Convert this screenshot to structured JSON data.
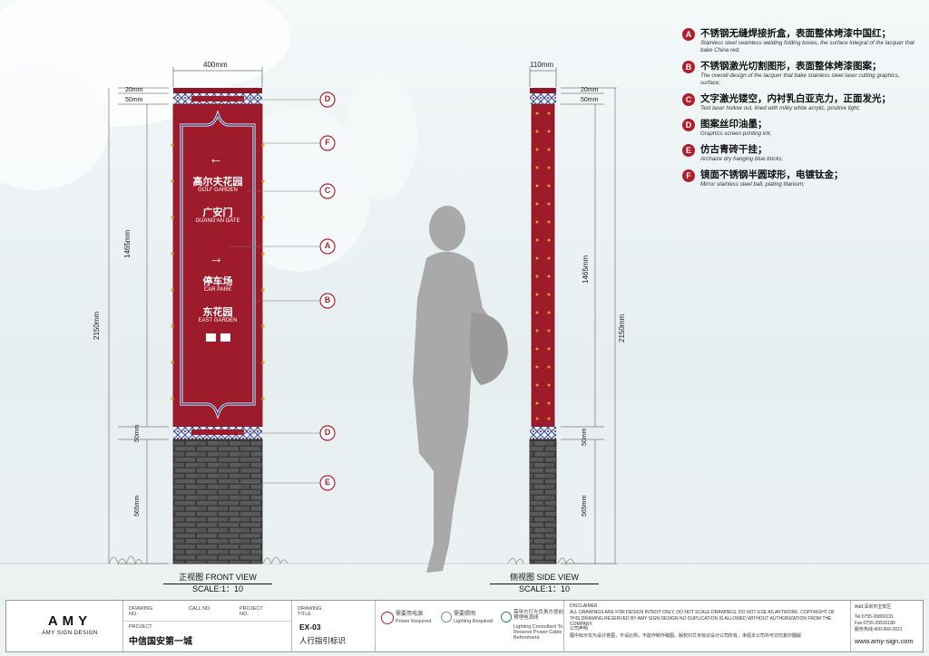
{
  "dimensions": {
    "front_width": "400mm",
    "side_width": "110mm",
    "cap": "20mm",
    "band": "50mm",
    "panel_height": "1465mm",
    "total_height": "2150mm",
    "base_height": "565mm"
  },
  "sign": {
    "arrow_left": "←",
    "arrow_right": "→",
    "dest1_zh": "高尔夫花园",
    "dest1_en": "GOLF GARDEN",
    "dest2_zh": "广安门",
    "dest2_en": "GUANG'AN GATE",
    "dest3_zh": "停车场",
    "dest3_en": "CAR PARK",
    "dest4_zh": "东花园",
    "dest4_en": "EAST GARDEN"
  },
  "callouts": [
    "D",
    "F",
    "C",
    "A",
    "B",
    "D",
    "E"
  ],
  "legend": [
    {
      "key": "A",
      "zh": "不锈钢无缝焊接折盒，表面整体烤漆中国红；",
      "en": "Stainless steel seamless welding folding boxes, the surface integral of the lacquer that bake China red;"
    },
    {
      "key": "B",
      "zh": "不锈钢激光切割图形，表面整体烤漆图案；",
      "en": "The overall design of the lacquer that bake stainless steel laser cutting graphics, surface;"
    },
    {
      "key": "C",
      "zh": "文字激光镂空，内衬乳白亚克力，正面发光；",
      "en": "Text laser hollow out, lined with milky white acrylic, positive light;"
    },
    {
      "key": "D",
      "zh": "图案丝印油墨；",
      "en": "Graphics screen printing ink;"
    },
    {
      "key": "E",
      "zh": "仿古青砖干挂；",
      "en": "Archaize dry hanging blue bricks;"
    },
    {
      "key": "F",
      "zh": "镜面不锈钢半圆球形，电镀钛金；",
      "en": "Mirror stainless steel ball, plating titanium;"
    }
  ],
  "views": {
    "front_zh": "正视图 FRONT VIEW",
    "side_zh": "侧视图 SIDE VIEW",
    "scale": "SCALE:1：10"
  },
  "footer": {
    "logo": "AMY",
    "company": "AMY SIGN DESIGN",
    "drawing_no_label": "DRAWING NO.",
    "call_no_label": "CALL NO.",
    "project_no_label": "PROJECT NO.",
    "project_label": "PROJECT",
    "project_name": "中信国安第一城",
    "drawing_title_label": "DRAWING TITLE",
    "drawing_code": "EX-03",
    "drawing_title": "人行指引标识",
    "icon1_zh": "需要用电源",
    "icon1_en": "Power Required",
    "icon2_zh": "需要照明",
    "icon2_en": "Lighting Required",
    "icon3_zh": "需甲方灯光负责方提前预埋电源线",
    "icon3_en": "Lighting Consultant To Reserve Power Cable Beforehand",
    "disclaimer_label": "DISCLAIMER",
    "disclaimer_en": "ALL DRAWINGS ARE FOR DESIGN INTENT ONLY. DO NOT SCALE DRAWINGS. DO NOT USE AS ARTWORK. COPYRIGHT OF THIS DRAWING RESERVED BY AMY SIGN DESIGN NO DUPLICATION IS ALLOWED WITHOUT AUTHORIZATION FROM THE COMPANY.",
    "disclaimer_zh_label": "公司声明",
    "disclaimer_zh": "图中标示仅为设计意图，不设比例，不能作制作稿图。版权归艾米标识设计公司所有，未经本公司许可切勿复印翻版",
    "address": "Add:深圳市宝安区",
    "tel": "Tel:0755-26890131",
    "fax": "Fax:0755-29516180",
    "hotline": "服务热线:400-999-2021",
    "website": "www.amy-sign.com"
  },
  "colors": {
    "china_red": "#9e1b2b",
    "border_blue": "#2d4a8c",
    "brick": "#3c3c3c",
    "badge_red": "#b01e2e"
  }
}
